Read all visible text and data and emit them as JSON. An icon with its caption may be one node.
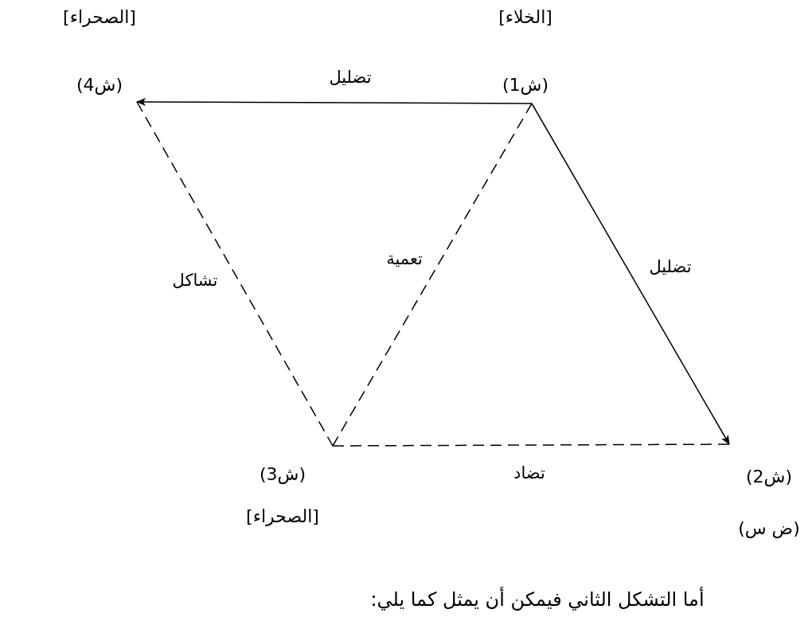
{
  "diagram": {
    "caption": "أما التشكل الثاني فيمكن أن يمثل كما يلي:",
    "nodes": [
      {
        "text": [
          "[الخلاء]",
          "(ش1)"
        ]
      },
      {
        "text": [
          "(ش2)",
          "(ض س)"
        ]
      },
      {
        "text": [
          "(ش3)",
          "[الصحراء]"
        ]
      },
      {
        "text": [
          "[الصحراء]",
          "(ش4)"
        ]
      }
    ],
    "edges": [
      {
        "from": 0,
        "to": 3,
        "arrow": "to",
        "label": "تضليل"
      },
      {
        "from": 0,
        "to": 1,
        "arrow": "to",
        "label": "تضليل"
      },
      {
        "from": 0,
        "to": 2,
        "arrow": "none",
        "label": "تعمية",
        "style": "dashed"
      },
      {
        "from": 3,
        "to": 2,
        "arrow": "none",
        "label": "تشاكل",
        "style": "dashed"
      },
      {
        "from": 2,
        "to": 1,
        "arrow": "none",
        "label": "تضاد",
        "style": "dashed"
      }
    ]
  }
}
